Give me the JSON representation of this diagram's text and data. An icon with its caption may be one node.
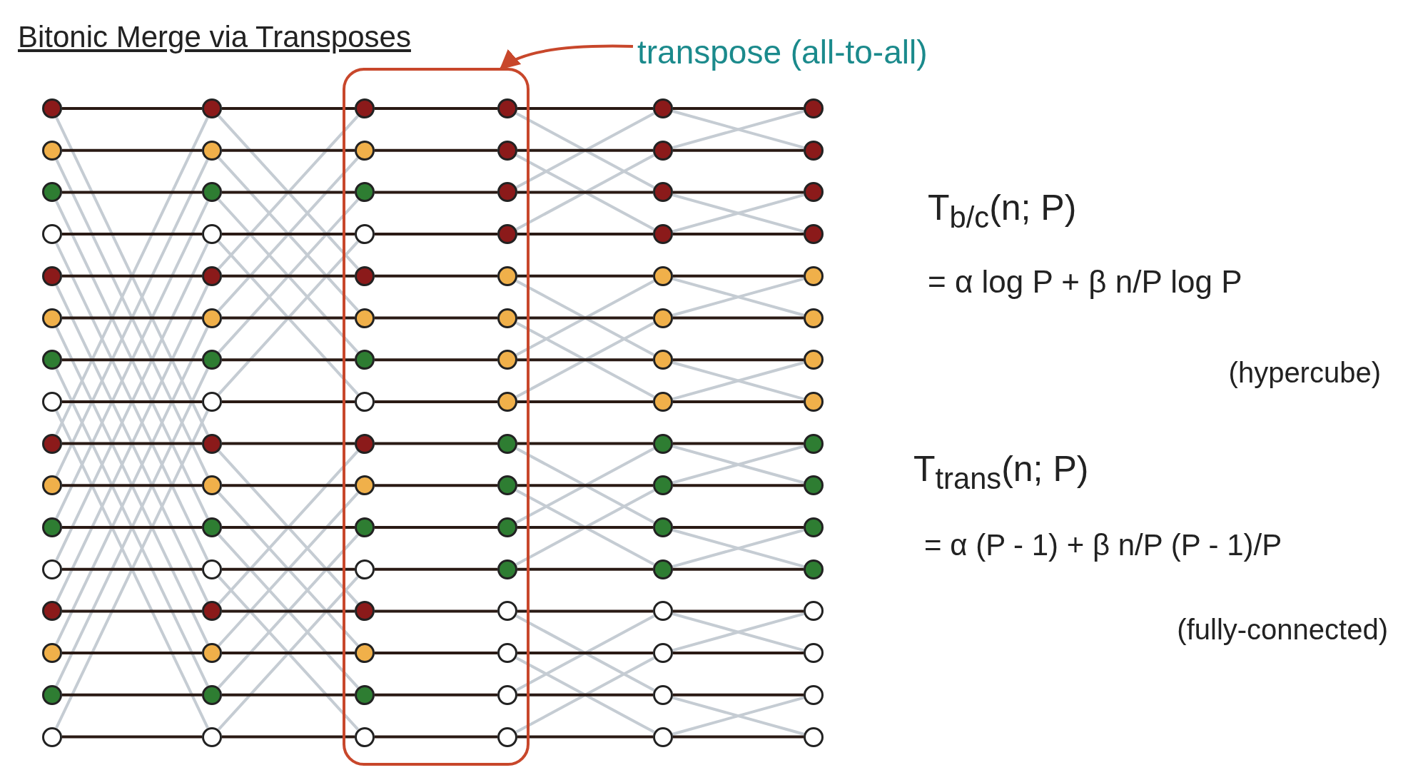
{
  "diagram": {
    "title": "Bitonic Merge via Transposes",
    "nodes": [
      {
        "text": [
          "transpose (all-to-all)"
        ]
      },
      {
        "text": [],
        "shape": "box"
      },
      {
        "text": [],
        "shape": "circle"
      },
      {
        "text": [],
        "shape": "circle"
      },
      {
        "text": [],
        "shape": "circle"
      },
      {
        "text": [],
        "shape": "circle"
      },
      {
        "text": [],
        "shape": "circle"
      },
      {
        "text": [],
        "shape": "circle"
      },
      {
        "text": [],
        "shape": "circle"
      },
      {
        "text": [],
        "shape": "circle"
      },
      {
        "text": [],
        "shape": "circle"
      },
      {
        "text": [],
        "shape": "circle"
      },
      {
        "text": [],
        "shape": "circle"
      },
      {
        "text": [],
        "shape": "circle"
      },
      {
        "text": [],
        "shape": "circle"
      },
      {
        "text": [],
        "shape": "circle"
      },
      {
        "text": [],
        "shape": "circle"
      },
      {
        "text": [],
        "shape": "circle"
      },
      {
        "text": [],
        "shape": "circle"
      },
      {
        "text": [],
        "shape": "circle"
      },
      {
        "text": [],
        "shape": "circle"
      },
      {
        "text": [],
        "shape": "circle"
      },
      {
        "text": [],
        "shape": "circle"
      },
      {
        "text": [],
        "shape": "circle"
      },
      {
        "text": [],
        "shape": "circle"
      },
      {
        "text": [],
        "shape": "circle"
      },
      {
        "text": [],
        "shape": "circle"
      },
      {
        "text": [],
        "shape": "circle"
      },
      {
        "text": [],
        "shape": "circle"
      },
      {
        "text": [],
        "shape": "circle"
      },
      {
        "text": [],
        "shape": "circle"
      },
      {
        "text": [],
        "shape": "circle"
      },
      {
        "text": [],
        "shape": "circle"
      },
      {
        "text": [],
        "shape": "circle"
      },
      {
        "text": [],
        "shape": "circle",
        "in": 1
      },
      {
        "text": [],
        "shape": "circle",
        "in": 1
      },
      {
        "text": [],
        "shape": "circle",
        "in": 1
      },
      {
        "text": [],
        "shape": "circle",
        "in": 1
      },
      {
        "text": [],
        "shape": "circle",
        "in": 1
      },
      {
        "text": [],
        "shape": "circle",
        "in": 1
      },
      {
        "text": [],
        "shape": "circle",
        "in": 1
      },
      {
        "text": [],
        "shape": "circle",
        "in": 1
      },
      {
        "text": [],
        "shape": "circle",
        "in": 1
      },
      {
        "text": [],
        "shape": "circle",
        "in": 1
      },
      {
        "text": [],
        "shape": "circle",
        "in": 1
      },
      {
        "text": [],
        "shape": "circle",
        "in": 1
      },
      {
        "text": [],
        "shape": "circle",
        "in": 1
      },
      {
        "text": [],
        "shape": "circle",
        "in": 1
      },
      {
        "text": [],
        "shape": "circle",
        "in": 1
      },
      {
        "text": [],
        "shape": "circle",
        "in": 1
      },
      {
        "text": [],
        "shape": "circle",
        "in": 1
      },
      {
        "text": [],
        "shape": "circle",
        "in": 1
      },
      {
        "text": [],
        "shape": "circle",
        "in": 1
      },
      {
        "text": [],
        "shape": "circle",
        "in": 1
      },
      {
        "text": [],
        "shape": "circle",
        "in": 1
      },
      {
        "text": [],
        "shape": "circle",
        "in": 1
      },
      {
        "text": [],
        "shape": "circle",
        "in": 1
      },
      {
        "text": [],
        "shape": "circle",
        "in": 1
      },
      {
        "text": [],
        "shape": "circle",
        "in": 1
      },
      {
        "text": [],
        "shape": "circle",
        "in": 1
      },
      {
        "text": [],
        "shape": "circle",
        "in": 1
      },
      {
        "text": [],
        "shape": "circle",
        "in": 1
      },
      {
        "text": [],
        "shape": "circle",
        "in": 1
      },
      {
        "text": [],
        "shape": "circle",
        "in": 1
      },
      {
        "text": [],
        "shape": "circle",
        "in": 1
      },
      {
        "text": [],
        "shape": "circle",
        "in": 1
      },
      {
        "text": [],
        "shape": "circle"
      },
      {
        "text": [],
        "shape": "circle"
      },
      {
        "text": [],
        "shape": "circle"
      },
      {
        "text": [],
        "shape": "circle"
      },
      {
        "text": [],
        "shape": "circle"
      },
      {
        "text": [],
        "shape": "circle"
      },
      {
        "text": [],
        "shape": "circle"
      },
      {
        "text": [],
        "shape": "circle"
      },
      {
        "text": [],
        "shape": "circle"
      },
      {
        "text": [],
        "shape": "circle"
      },
      {
        "text": [],
        "shape": "circle"
      },
      {
        "text": [],
        "shape": "circle"
      },
      {
        "text": [],
        "shape": "circle"
      },
      {
        "text": [],
        "shape": "circle"
      },
      {
        "text": [],
        "shape": "circle"
      },
      {
        "text": [],
        "shape": "circle"
      },
      {
        "text": [],
        "shape": "circle"
      },
      {
        "text": [],
        "shape": "circle"
      },
      {
        "text": [],
        "shape": "circle"
      },
      {
        "text": [],
        "shape": "circle"
      },
      {
        "text": [],
        "shape": "circle"
      },
      {
        "text": [],
        "shape": "circle"
      },
      {
        "text": [],
        "shape": "circle"
      },
      {
        "text": [],
        "shape": "circle"
      },
      {
        "text": [],
        "shape": "circle"
      },
      {
        "text": [],
        "shape": "circle"
      },
      {
        "text": [],
        "shape": "circle"
      },
      {
        "text": [],
        "shape": "circle"
      },
      {
        "text": [],
        "shape": "circle"
      },
      {
        "text": [],
        "shape": "circle"
      },
      {
        "text": [],
        "shape": "circle"
      },
      {
        "text": [],
        "shape": "circle"
      }
    ],
    "edges": [
      {
        "from": 0,
        "to": 1,
        "arrow": "to",
        "color": "#c8472b"
      },
      {
        "from": 2,
        "to": 18,
        "arrow": "none"
      },
      {
        "from": 3,
        "to": 19,
        "arrow": "none"
      },
      {
        "from": 4,
        "to": 20,
        "arrow": "none"
      },
      {
        "from": 5,
        "to": 21,
        "arrow": "none"
      },
      {
        "from": 6,
        "to": 22,
        "arrow": "none"
      },
      {
        "from": 7,
        "to": 23,
        "arrow": "none"
      },
      {
        "from": 8,
        "to": 24,
        "arrow": "none"
      },
      {
        "from": 9,
        "to": 25,
        "arrow": "none"
      },
      {
        "from": 10,
        "to": 26,
        "arrow": "none"
      },
      {
        "from": 11,
        "to": 27,
        "arrow": "none"
      },
      {
        "from": 12,
        "to": 28,
        "arrow": "none"
      },
      {
        "from": 13,
        "to": 29,
        "arrow": "none"
      },
      {
        "from": 14,
        "to": 30,
        "arrow": "none"
      },
      {
        "from": 15,
        "to": 31,
        "arrow": "none"
      },
      {
        "from": 16,
        "to": 32,
        "arrow": "none"
      },
      {
        "from": 17,
        "to": 33,
        "arrow": "none"
      },
      {
        "from": 2,
        "to": 26,
        "arrow": "none",
        "color": "#c5ccd3"
      },
      {
        "from": 3,
        "to": 27,
        "arrow": "none",
        "color": "#c5ccd3"
      },
      {
        "from": 4,
        "to": 28,
        "arrow": "none",
        "color": "#c5ccd3"
      },
      {
        "from": 5,
        "to": 29,
        "arrow": "none",
        "color": "#c5ccd3"
      },
      {
        "from": 6,
        "to": 30,
        "arrow": "none",
        "color": "#c5ccd3"
      },
      {
        "from": 7,
        "to": 31,
        "arrow": "none",
        "color": "#c5ccd3"
      },
      {
        "from": 8,
        "to": 32,
        "arrow": "none",
        "color": "#c5ccd3"
      },
      {
        "from": 9,
        "to": 33,
        "arrow": "none",
        "color": "#c5ccd3"
      },
      {
        "from": 10,
        "to": 18,
        "arrow": "none",
        "color": "#c5ccd3"
      },
      {
        "from": 11,
        "to": 19,
        "arrow": "none",
        "color": "#c5ccd3"
      },
      {
        "from": 12,
        "to": 20,
        "arrow": "none",
        "color": "#c5ccd3"
      },
      {
        "from": 13,
        "to": 21,
        "arrow": "none",
        "color": "#c5ccd3"
      },
      {
        "from": 14,
        "to": 22,
        "arrow": "none",
        "color": "#c5ccd3"
      },
      {
        "from": 15,
        "to": 23,
        "arrow": "none",
        "color": "#c5ccd3"
      },
      {
        "from": 16,
        "to": 24,
        "arrow": "none",
        "color": "#c5ccd3"
      },
      {
        "from": 17,
        "to": 25,
        "arrow": "none",
        "color": "#c5ccd3"
      },
      {
        "from": 18,
        "to": 34,
        "arrow": "none"
      },
      {
        "from": 19,
        "to": 35,
        "arrow": "none"
      },
      {
        "from": 20,
        "to": 36,
        "arrow": "none"
      },
      {
        "from": 21,
        "to": 37,
        "arrow": "none"
      },
      {
        "from": 22,
        "to": 38,
        "arrow": "none"
      },
      {
        "from": 23,
        "to": 39,
        "arrow": "none"
      },
      {
        "from": 24,
        "to": 40,
        "arrow": "none"
      },
      {
        "from": 25,
        "to": 41,
        "arrow": "none"
      },
      {
        "from": 26,
        "to": 42,
        "arrow": "none"
      },
      {
        "from": 27,
        "to": 43,
        "arrow": "none"
      },
      {
        "from": 28,
        "to": 44,
        "arrow": "none"
      },
      {
        "from": 29,
        "to": 45,
        "arrow": "none"
      },
      {
        "from": 30,
        "to": 46,
        "arrow": "none"
      },
      {
        "from": 31,
        "to": 47,
        "arrow": "none"
      },
      {
        "from": 32,
        "to": 48,
        "arrow": "none"
      },
      {
        "from": 33,
        "to": 49,
        "arrow": "none"
      },
      {
        "from": 18,
        "to": 38,
        "arrow": "none",
        "color": "#c5ccd3"
      },
      {
        "from": 19,
        "to": 39,
        "arrow": "none",
        "color": "#c5ccd3"
      },
      {
        "from": 20,
        "to": 40,
        "arrow": "none",
        "color": "#c5ccd3"
      },
      {
        "from": 21,
        "to": 41,
        "arrow": "none",
        "color": "#c5ccd3"
      },
      {
        "from": 22,
        "to": 34,
        "arrow": "none",
        "color": "#c5ccd3"
      },
      {
        "from": 23,
        "to": 35,
        "arrow": "none",
        "color": "#c5ccd3"
      },
      {
        "from": 24,
        "to": 36,
        "arrow": "none",
        "color": "#c5ccd3"
      },
      {
        "from": 25,
        "to": 37,
        "arrow": "none",
        "color": "#c5ccd3"
      },
      {
        "from": 26,
        "to": 46,
        "arrow": "none",
        "color": "#c5ccd3"
      },
      {
        "from": 27,
        "to": 47,
        "arrow": "none",
        "color": "#c5ccd3"
      },
      {
        "from": 28,
        "to": 48,
        "arrow": "none",
        "color": "#c5ccd3"
      },
      {
        "from": 29,
        "to": 49,
        "arrow": "none",
        "color": "#c5ccd3"
      },
      {
        "from": 30,
        "to": 42,
        "arrow": "none",
        "color": "#c5ccd3"
      },
      {
        "from": 31,
        "to": 43,
        "arrow": "none",
        "color": "#c5ccd3"
      },
      {
        "from": 32,
        "to": 44,
        "arrow": "none",
        "color": "#c5ccd3"
      },
      {
        "from": 33,
        "to": 45,
        "arrow": "none",
        "color": "#c5ccd3"
      },
      {
        "from": 34,
        "to": 50,
        "arrow": "none"
      },
      {
        "from": 35,
        "to": 51,
        "arrow": "none"
      },
      {
        "from": 36,
        "to": 52,
        "arrow": "none"
      },
      {
        "from": 37,
        "to": 53,
        "arrow": "none"
      },
      {
        "from": 38,
        "to": 54,
        "arrow": "none"
      },
      {
        "from": 39,
        "to": 55,
        "arrow": "none"
      },
      {
        "from": 40,
        "to": 56,
        "arrow": "none"
      },
      {
        "from": 41,
        "to": 57,
        "arrow": "none"
      },
      {
        "from": 42,
        "to": 58,
        "arrow": "none"
      },
      {
        "from": 43,
        "to": 59,
        "arrow": "none"
      },
      {
        "from": 44,
        "to": 60,
        "arrow": "none"
      },
      {
        "from": 45,
        "to": 61,
        "arrow": "none"
      },
      {
        "from": 46,
        "to": 62,
        "arrow": "none"
      },
      {
        "from": 47,
        "to": 63,
        "arrow": "none"
      },
      {
        "from": 48,
        "to": 64,
        "arrow": "none"
      },
      {
        "from": 49,
        "to": 65,
        "arrow": "none"
      },
      {
        "from": 50,
        "to": 66,
        "arrow": "none"
      },
      {
        "from": 51,
        "to": 67,
        "arrow": "none"
      },
      {
        "from": 52,
        "to": 68,
        "arrow": "none"
      },
      {
        "from": 53,
        "to": 69,
        "arrow": "none"
      },
      {
        "from": 54,
        "to": 70,
        "arrow": "none"
      },
      {
        "from": 55,
        "to": 71,
        "arrow": "none"
      },
      {
        "from": 56,
        "to": 72,
        "arrow": "none"
      },
      {
        "from": 57,
        "to": 73,
        "arrow": "none"
      },
      {
        "from": 58,
        "to": 74,
        "arrow": "none"
      },
      {
        "from": 59,
        "to": 75,
        "arrow": "none"
      },
      {
        "from": 60,
        "to": 76,
        "arrow": "none"
      },
      {
        "from": 61,
        "to": 77,
        "arrow": "none"
      },
      {
        "from": 62,
        "to": 78,
        "arrow": "none"
      },
      {
        "from": 63,
        "to": 79,
        "arrow": "none"
      },
      {
        "from": 64,
        "to": 80,
        "arrow": "none"
      },
      {
        "from": 65,
        "to": 81,
        "arrow": "none"
      },
      {
        "from": 50,
        "to": 68,
        "arrow": "none",
        "color": "#c5ccd3"
      },
      {
        "from": 51,
        "to": 69,
        "arrow": "none",
        "color": "#c5ccd3"
      },
      {
        "from": 52,
        "to": 66,
        "arrow": "none",
        "color": "#c5ccd3"
      },
      {
        "from": 53,
        "to": 67,
        "arrow": "none",
        "color": "#c5ccd3"
      },
      {
        "from": 54,
        "to": 72,
        "arrow": "none",
        "color": "#c5ccd3"
      },
      {
        "from": 55,
        "to": 73,
        "arrow": "none",
        "color": "#c5ccd3"
      },
      {
        "from": 56,
        "to": 70,
        "arrow": "none",
        "color": "#c5ccd3"
      },
      {
        "from": 57,
        "to": 71,
        "arrow": "none",
        "color": "#c5ccd3"
      },
      {
        "from": 58,
        "to": 76,
        "arrow": "none",
        "color": "#c5ccd3"
      },
      {
        "from": 59,
        "to": 77,
        "arrow": "none",
        "color": "#c5ccd3"
      },
      {
        "from": 60,
        "to": 74,
        "arrow": "none",
        "color": "#c5ccd3"
      },
      {
        "from": 61,
        "to": 75,
        "arrow": "none",
        "color": "#c5ccd3"
      },
      {
        "from": 62,
        "to": 80,
        "arrow": "none",
        "color": "#c5ccd3"
      },
      {
        "from": 63,
        "to": 81,
        "arrow": "none",
        "color": "#c5ccd3"
      },
      {
        "from": 64,
        "to": 78,
        "arrow": "none",
        "color": "#c5ccd3"
      },
      {
        "from": 65,
        "to": 79,
        "arrow": "none",
        "color": "#c5ccd3"
      },
      {
        "from": 66,
        "to": 82,
        "arrow": "none"
      },
      {
        "from": 67,
        "to": 83,
        "arrow": "none"
      },
      {
        "from": 68,
        "to": 84,
        "arrow": "none"
      },
      {
        "from": 69,
        "to": 85,
        "arrow": "none"
      },
      {
        "from": 70,
        "to": 86,
        "arrow": "none"
      },
      {
        "from": 71,
        "to": 87,
        "arrow": "none"
      },
      {
        "from": 72,
        "to": 88,
        "arrow": "none"
      },
      {
        "from": 73,
        "to": 89,
        "arrow": "none"
      },
      {
        "from": 74,
        "to": 90,
        "arrow": "none"
      },
      {
        "from": 75,
        "to": 91,
        "arrow": "none"
      },
      {
        "from": 76,
        "to": 92,
        "arrow": "none"
      },
      {
        "from": 77,
        "to": 93,
        "arrow": "none"
      },
      {
        "from": 78,
        "to": 94,
        "arrow": "none"
      },
      {
        "from": 79,
        "to": 95,
        "arrow": "none"
      },
      {
        "from": 80,
        "to": 96,
        "arrow": "none"
      },
      {
        "from": 81,
        "to": 97,
        "arrow": "none"
      },
      {
        "from": 66,
        "to": 83,
        "arrow": "none",
        "color": "#c5ccd3"
      },
      {
        "from": 67,
        "to": 82,
        "arrow": "none",
        "color": "#c5ccd3"
      },
      {
        "from": 68,
        "to": 85,
        "arrow": "none",
        "color": "#c5ccd3"
      },
      {
        "from": 69,
        "to": 84,
        "arrow": "none",
        "color": "#c5ccd3"
      },
      {
        "from": 70,
        "to": 87,
        "arrow": "none",
        "color": "#c5ccd3"
      },
      {
        "from": 71,
        "to": 86,
        "arrow": "none",
        "color": "#c5ccd3"
      },
      {
        "from": 72,
        "to": 89,
        "arrow": "none",
        "color": "#c5ccd3"
      },
      {
        "from": 73,
        "to": 88,
        "arrow": "none",
        "color": "#c5ccd3"
      },
      {
        "from": 74,
        "to": 91,
        "arrow": "none",
        "color": "#c5ccd3"
      },
      {
        "from": 75,
        "to": 90,
        "arrow": "none",
        "color": "#c5ccd3"
      },
      {
        "from": 76,
        "to": 93,
        "arrow": "none",
        "color": "#c5ccd3"
      },
      {
        "from": 77,
        "to": 92,
        "arrow": "none",
        "color": "#c5ccd3"
      },
      {
        "from": 78,
        "to": 95,
        "arrow": "none",
        "color": "#c5ccd3"
      },
      {
        "from": 79,
        "to": 94,
        "arrow": "none",
        "color": "#c5ccd3"
      },
      {
        "from": 80,
        "to": 97,
        "arrow": "none",
        "color": "#c5ccd3"
      },
      {
        "from": 81,
        "to": 96,
        "arrow": "none",
        "color": "#c5ccd3"
      }
    ],
    "labels": [
      "T$_{b/c}$(n; P)",
      "= α log P + β n/P log P",
      "(hypercube)",
      "T$_{trans}$(n; P)",
      "= α (P - 1) + β n/P (P - 1)/P",
      "(fully-connected)"
    ]
  }
}
